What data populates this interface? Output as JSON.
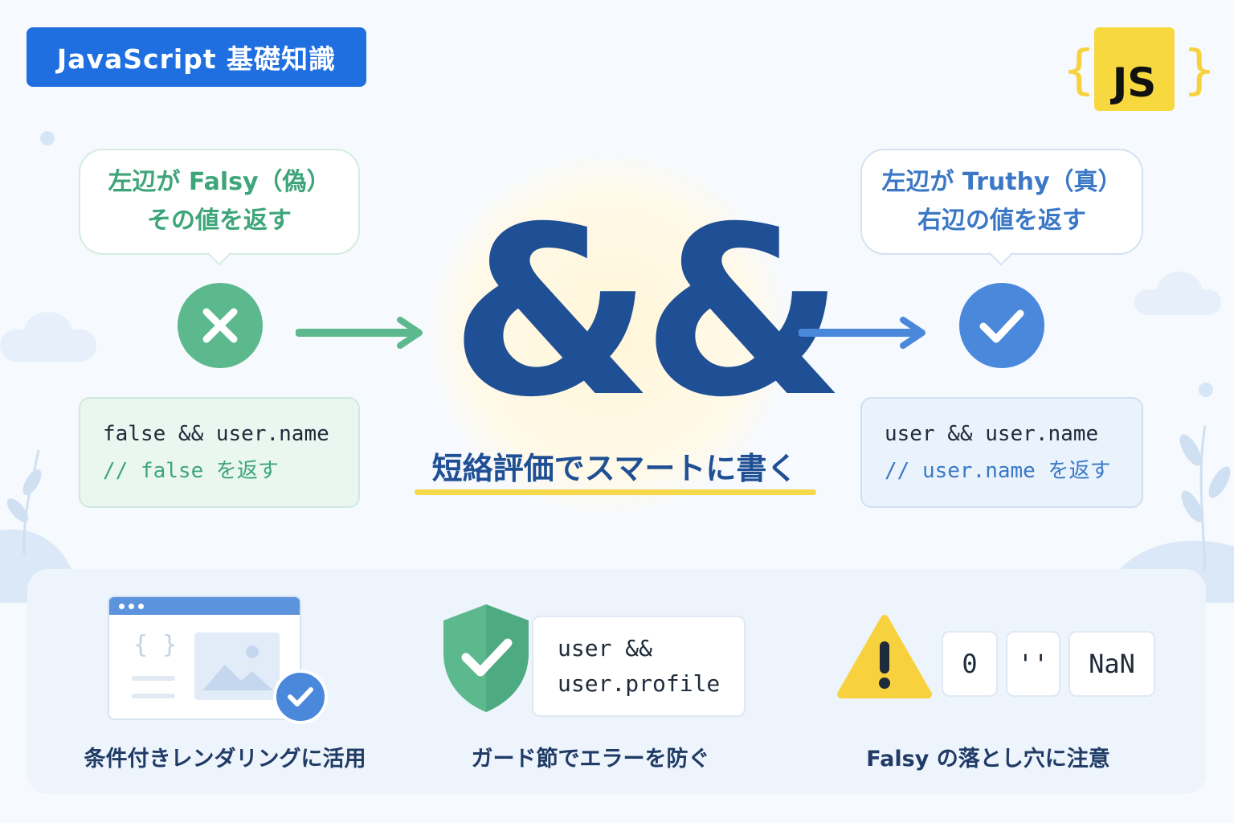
{
  "badge": {
    "label": "JavaScript 基礎知識"
  },
  "logo": {
    "brace_open": "{",
    "text": "JS",
    "brace_close": "}"
  },
  "left": {
    "callout_line1": "左辺が Falsy（偽）",
    "callout_line2": "その値を返す",
    "code_line": "false && user.name",
    "code_comment": "// false を返す",
    "icon": "cross-icon",
    "color": "#3ea57a"
  },
  "center": {
    "operator": "&&",
    "subtitle": "短絡評価でスマートに書く",
    "accent": "#f7d84a",
    "operator_color": "#1f4f94"
  },
  "right": {
    "callout_line1": "左辺が Truthy（真）",
    "callout_line2": "右辺の値を返す",
    "code_line": "user && user.name",
    "code_comment": "// user.name を返す",
    "icon": "check-icon",
    "color": "#4a88dc"
  },
  "features": [
    {
      "label": "条件付きレンダリングに活用",
      "icon": "browser-window-icon"
    },
    {
      "label": "ガード節でエラーを防ぐ",
      "icon": "shield-check-icon",
      "code_line1": "user &&",
      "code_line2": "user.profile"
    },
    {
      "label": "Falsy の落とし穴に注意",
      "icon": "warning-icon",
      "chips": [
        "0",
        "''",
        "NaN"
      ]
    }
  ],
  "browser_mock": {
    "braces": "{ }"
  }
}
